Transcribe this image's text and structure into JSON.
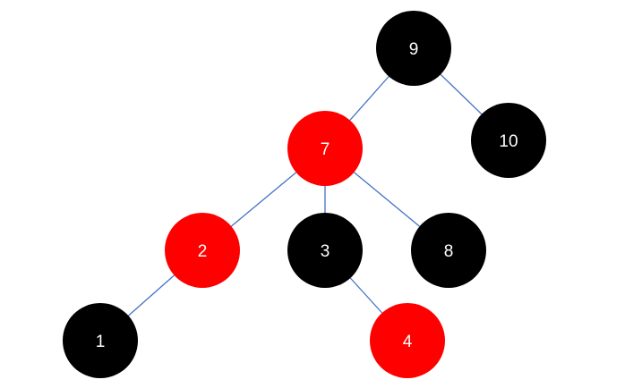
{
  "tree": {
    "nodes": [
      {
        "id": "n9",
        "label": "9",
        "color": "#000000"
      },
      {
        "id": "n7",
        "label": "7",
        "color": "#ff0000"
      },
      {
        "id": "n10",
        "label": "10",
        "color": "#000000"
      },
      {
        "id": "n2",
        "label": "2",
        "color": "#ff0000"
      },
      {
        "id": "n3",
        "label": "3",
        "color": "#000000"
      },
      {
        "id": "n8",
        "label": "8",
        "color": "#000000"
      },
      {
        "id": "n1",
        "label": "1",
        "color": "#000000"
      },
      {
        "id": "n4",
        "label": "4",
        "color": "#ff0000"
      }
    ],
    "edges": [
      {
        "from": "n9",
        "to": "n7"
      },
      {
        "from": "n9",
        "to": "n10"
      },
      {
        "from": "n7",
        "to": "n2"
      },
      {
        "from": "n7",
        "to": "n3"
      },
      {
        "from": "n7",
        "to": "n8"
      },
      {
        "from": "n2",
        "to": "n1"
      },
      {
        "from": "n3",
        "to": "n4"
      }
    ],
    "edge_color": "#4472c4"
  }
}
